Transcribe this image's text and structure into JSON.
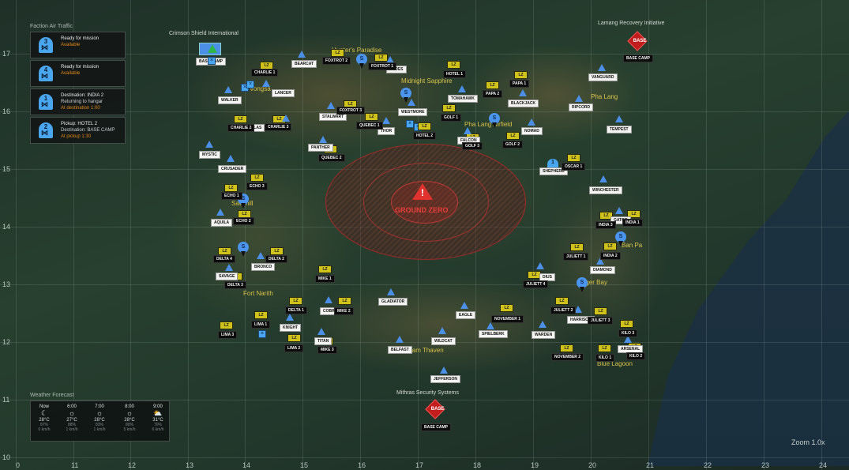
{
  "map": {
    "zoom_label": "Zoom 1.0x",
    "colors": {
      "danger": "#e0322e",
      "lz": "#cfc21a",
      "friendly": "#4b8fe6",
      "town": "#d8c24a",
      "base": "#c21d1d"
    },
    "axis": {
      "x_labels": [
        "0",
        "11",
        "12",
        "13",
        "14",
        "15",
        "16",
        "17",
        "18",
        "19",
        "20",
        "21",
        "22",
        "23",
        "24"
      ],
      "y_labels": [
        "17",
        "16",
        "15",
        "14",
        "13",
        "12",
        "11",
        "10"
      ]
    },
    "ground_zero": {
      "label": "GROUND ZERO",
      "icon": "warning-triangle-icon"
    }
  },
  "air_traffic": {
    "title": "Faction Air Traffic",
    "aircraft": [
      {
        "number": "3",
        "line1": "Ready for mission",
        "line2": "Available",
        "line3": ""
      },
      {
        "number": "4",
        "line1": "Ready for mission",
        "line2": "Available",
        "line3": ""
      },
      {
        "number": "1",
        "line1": "Destination: INDIA 2",
        "line2": "Returning to hangar",
        "line3": "At destination 1:00"
      },
      {
        "number": "2",
        "line1": "Pickup: HOTEL 2",
        "line2": "Destination: BASE CAMP",
        "line3": "At pickup 1:30"
      }
    ]
  },
  "weather": {
    "title": "Weather Forecast",
    "forecast": [
      {
        "time": "Now",
        "icon": "moon-icon",
        "glyph": "☾",
        "temp": "28°C",
        "humidity": "87%",
        "wind": "0 km/h"
      },
      {
        "time": "6:00",
        "icon": "sun-icon",
        "glyph": "☼",
        "temp": "27°C",
        "humidity": "88%",
        "wind": "1 km/h"
      },
      {
        "time": "7:00",
        "icon": "sun-icon",
        "glyph": "☼",
        "temp": "28°C",
        "humidity": "83%",
        "wind": "1 km/h"
      },
      {
        "time": "8:00",
        "icon": "sun-icon",
        "glyph": "☼",
        "temp": "28°C",
        "humidity": "80%",
        "wind": "5 km/h"
      },
      {
        "time": "9:00",
        "icon": "partly-cloudy-icon",
        "glyph": "⛅",
        "temp": "31°C",
        "humidity": "70%",
        "wind": "6 km/h"
      }
    ]
  },
  "factions": [
    {
      "name": "Crimson Shield International",
      "base_label": "BASE CAMP"
    },
    {
      "name": "Lamang Recovery Initiative",
      "base_label": "BASE CAMP",
      "base_icon_text": "BASE"
    },
    {
      "name": "Mithras Security Systems",
      "base_label": "BASE CAMP",
      "base_icon_text": "BASE"
    }
  ],
  "towns": [
    "Hunter's Paradise",
    "Vongsa",
    "Midnight Sapphire",
    "Pha Lang Airfield",
    "Pha Lang",
    "Sawmill",
    "Fort Narith",
    "Nam Thaven",
    "Ban Pa",
    "Tiger Bay",
    "Blue Lagoon"
  ],
  "lz_label": "LZ",
  "labels_white": [
    "BEARCAT",
    "LANCER",
    "WALKER",
    "ATLAS",
    "STALWART",
    "THOR",
    "WESTMORE",
    "TOMAHAWK",
    "BLACKJACK",
    "VANGUARD",
    "RIPCORD",
    "NOMAD",
    "TEMPEST",
    "FALCON",
    "HADES",
    "PANTHER",
    "MYSTIC",
    "CRUSADER",
    "AQUILA",
    "SHEPHERD",
    "WINCHESTER",
    "GATOR",
    "DIAMOND",
    "BRONCO",
    "SAVAGE",
    "KNIGHT",
    "COBRA",
    "TITAN",
    "GLADIATOR",
    "EAGLE",
    "SPIELBERK",
    "WARDEN",
    "HARRISON",
    "ARSENAL",
    "WILDCAT",
    "BELFAST",
    "JEFFERSON",
    "DIUS"
  ],
  "labels_black": [
    "CHARLIE 1",
    "CHARLIE 2",
    "CHARLIE 3",
    "FOXTROT 1",
    "FOXTROT 2",
    "FOXTROT 3",
    "QUEBEC 1",
    "QUEBEC 2",
    "HOTEL 1",
    "HOTEL 2",
    "GOLF 1",
    "GOLF 2",
    "GOLF 3",
    "PAPA 1",
    "PAPA 2",
    "ECHO 1",
    "ECHO 2",
    "ECHO 3",
    "OSCAR 1",
    "INDIA 1",
    "INDIA 2",
    "INDIA 3",
    "DELTA 1",
    "DELTA 2",
    "DELTA 3",
    "DELTA 4",
    "MIKE 1",
    "MIKE 2",
    "MIKE 3",
    "LIMA 1",
    "LIMA 2",
    "LIMA 3",
    "JULIETT 1",
    "JULIETT 2",
    "JULIETT 3",
    "JULIETT 4",
    "NOVEMBER 1",
    "NOVEMBER 2",
    "KILO 1",
    "KILO 2",
    "KILO 3",
    "BASE CAMP"
  ],
  "pin_letter": "S"
}
